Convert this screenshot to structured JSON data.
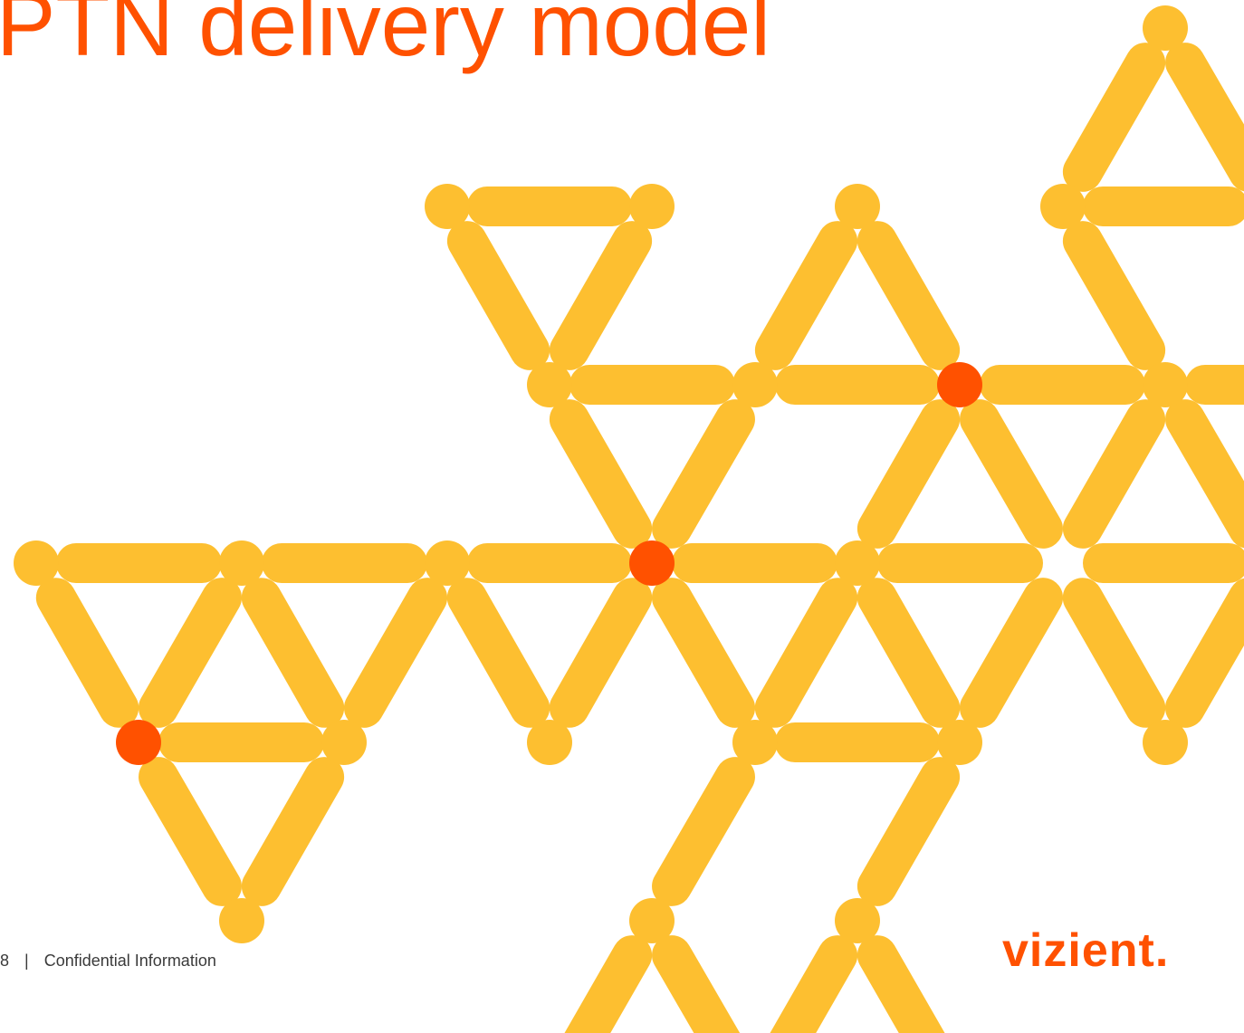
{
  "slide": {
    "title": "PTN delivery model",
    "page_number": "8",
    "footer_separator": "|",
    "footer_text": "Confidential Information",
    "logo_text": "vizient."
  },
  "colors": {
    "title": "#FF5100",
    "pattern_yellow": "#FDBF30",
    "pattern_orange": "#FF5100",
    "logo": "#FF5100"
  }
}
